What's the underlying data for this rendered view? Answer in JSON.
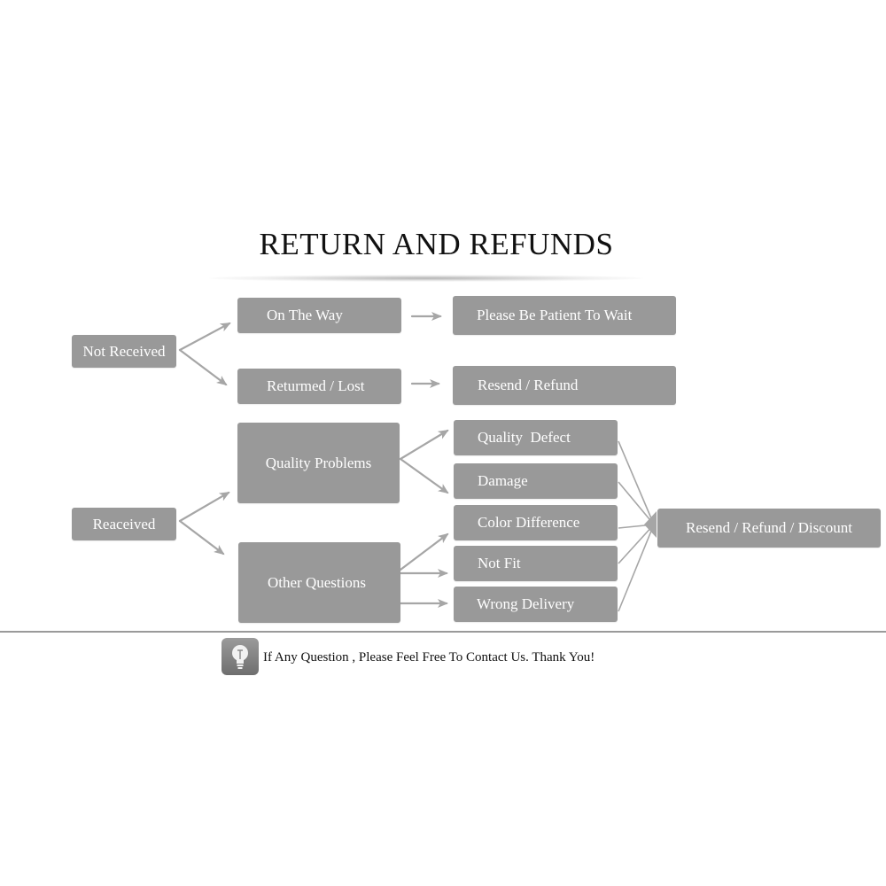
{
  "title": "RETURN AND REFUNDS",
  "nodes": {
    "not_received": "Not Received",
    "on_the_way": "On The Way",
    "returned_lost": "Returmed / Lost",
    "please_wait": "Please Be Patient To Wait",
    "resend_refund": "Resend / Refund",
    "received": "Reaceived",
    "quality_problems": "Quality Problems",
    "other_questions": "Other Questions",
    "quality_defect": "Quality  Defect",
    "damage": "Damage",
    "color_difference": "Color Difference",
    "not_fit": "Not Fit",
    "wrong_delivery": "Wrong Delivery",
    "resend_refund_discount": "Resend / Refund / Discount"
  },
  "footer": {
    "text": "If Any Question , Please Feel Free To Contact Us. Thank You!",
    "icon": "lightbulb-icon"
  },
  "colors": {
    "box": "#999999",
    "arrow": "#a6a6a6",
    "text_on_box": "#ffffff"
  }
}
